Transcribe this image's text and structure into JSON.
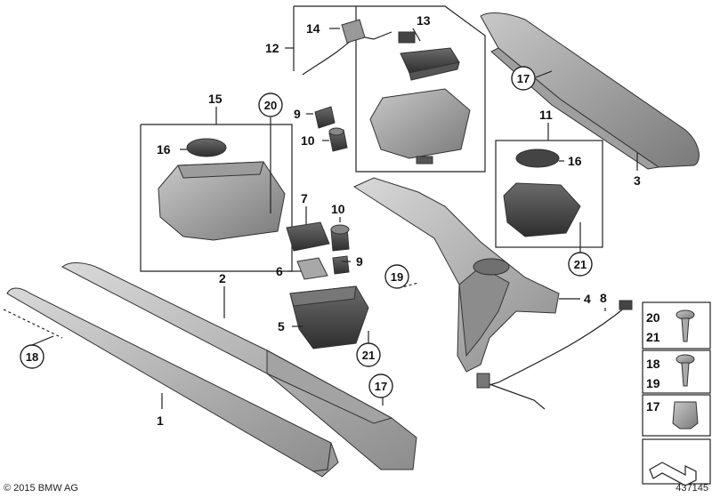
{
  "diagram": {
    "callouts": [
      {
        "id": "c1",
        "text": "1"
      },
      {
        "id": "c2",
        "text": "2"
      },
      {
        "id": "c3",
        "text": "3"
      },
      {
        "id": "c4",
        "text": "4"
      },
      {
        "id": "c5",
        "text": "5"
      },
      {
        "id": "c6",
        "text": "6"
      },
      {
        "id": "c7",
        "text": "7"
      },
      {
        "id": "c8",
        "text": "8"
      },
      {
        "id": "c9a",
        "text": "9"
      },
      {
        "id": "c9b",
        "text": "9"
      },
      {
        "id": "c10a",
        "text": "10"
      },
      {
        "id": "c10b",
        "text": "10"
      },
      {
        "id": "c11",
        "text": "11"
      },
      {
        "id": "c12",
        "text": "12"
      },
      {
        "id": "c13",
        "text": "13"
      },
      {
        "id": "c14",
        "text": "14"
      },
      {
        "id": "c15",
        "text": "15"
      },
      {
        "id": "c16a",
        "text": "16"
      },
      {
        "id": "c16b",
        "text": "16"
      }
    ],
    "circled": [
      {
        "id": "r17a",
        "text": "17"
      },
      {
        "id": "r17b",
        "text": "17"
      },
      {
        "id": "r18",
        "text": "18"
      },
      {
        "id": "r19",
        "text": "19"
      },
      {
        "id": "r20",
        "text": "20"
      },
      {
        "id": "r21a",
        "text": "21"
      },
      {
        "id": "r21b",
        "text": "21"
      }
    ],
    "legend": [
      {
        "top": "20",
        "bottom": "21"
      },
      {
        "top": "18",
        "bottom": "19"
      },
      {
        "top": "17",
        "bottom": ""
      }
    ]
  },
  "footer": {
    "copyright": "© 2015 BMW AG",
    "diagram_number": "437145"
  }
}
